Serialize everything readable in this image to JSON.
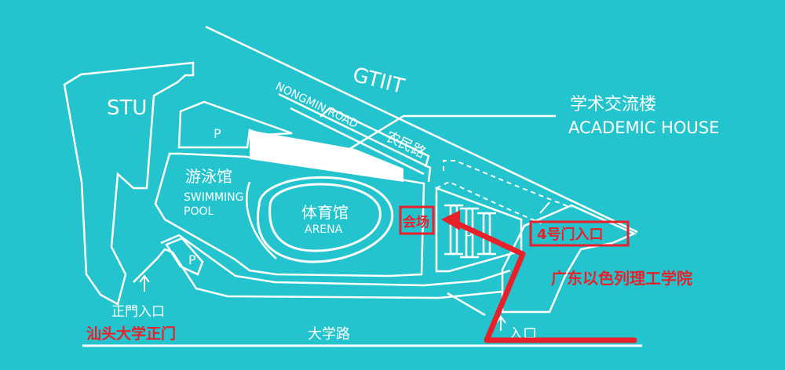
{
  "colors": {
    "background": "#24C4CE",
    "lines": "#FFFFFF",
    "highlight": "#E8202A"
  },
  "labels": {
    "gtiit": "GTIIT",
    "nongmin_road_en": "NONGMIN ROAD",
    "nongmin_road_cn": "农民路",
    "academic_house_cn": "学术交流楼",
    "academic_house_en": "ACADEMIC HOUSE",
    "stu": "STU",
    "parking": "P",
    "swimming_pool_cn": "游泳馆",
    "swimming_pool_en_1": "SWIMMING",
    "swimming_pool_en_2": "POOL",
    "arena_cn": "体育馆",
    "arena_en": "ARENA",
    "venue": "会场",
    "gate4": "4号门入口",
    "technion": "广东以色列理工学院",
    "main_gate_entrance": "正門入口",
    "stu_main_gate": "汕头大学正门",
    "daxue_road": "大学路",
    "entrance": "入口"
  }
}
